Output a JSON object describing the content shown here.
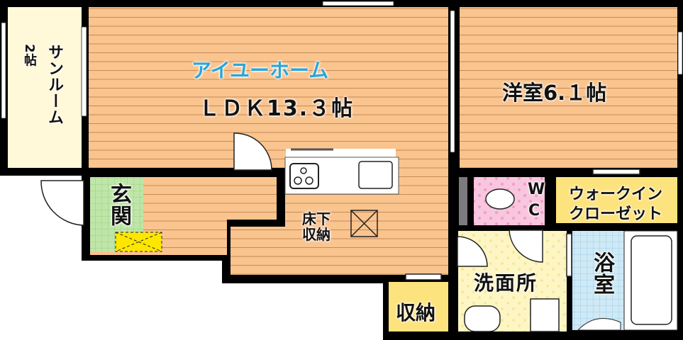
{
  "plan": {
    "brand": "アイユーホーム",
    "rooms": {
      "sunroom": {
        "name": "サンルーム",
        "size": "2帖"
      },
      "ldk": "ＬＤＫ13.３帖",
      "western": "洋室6.１帖",
      "entrance": "玄関",
      "underfloor": "床下収納",
      "wc_w": "W",
      "wc_c": "C",
      "closet_line1": "ウォークイン",
      "closet_line2": "クローゼット",
      "washroom": "洗面所",
      "bath": "浴室",
      "storage": "収納"
    },
    "colors": {
      "wood": "#f9c48e",
      "wood_line": "#c88a58",
      "sunroom": "#fff8d9",
      "entrance": "#bfe6a8",
      "wc": "#f8c6df",
      "closet": "#fde37d",
      "washroom": "#fdf6c4",
      "bath": "#cfe9f6",
      "brand": "#2aa6d8"
    }
  }
}
